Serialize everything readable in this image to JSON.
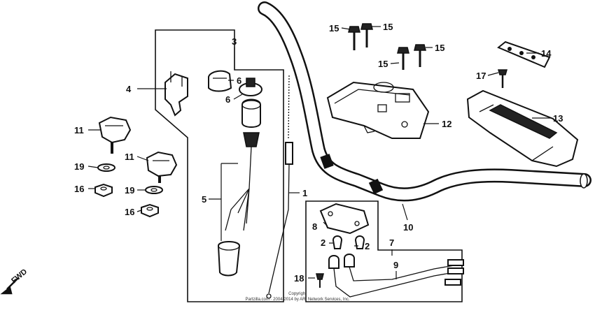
{
  "callouts": {
    "c1": "1",
    "c2a": "2",
    "c2b": "2",
    "c3": "3",
    "c4": "4",
    "c5": "5",
    "c6a": "6",
    "c6b": "6",
    "c7": "7",
    "c8": "8",
    "c9": "9",
    "c10": "10",
    "c11a": "11",
    "c11b": "11",
    "c12": "12",
    "c13": "13",
    "c14": "14",
    "c15a": "15",
    "c15b": "15",
    "c15c": "15",
    "c15d": "15",
    "c16a": "16",
    "c16b": "16",
    "c17": "17",
    "c18": "18",
    "c19a": "19",
    "c19b": "19"
  },
  "direction_label": "FWD",
  "copyright": {
    "line1": "Copyright",
    "line2": "Partzilla.com · 2004-2014 by ARI Network Services, Inc."
  },
  "icons": {
    "fwd_arrow": "arrow-down-left-icon"
  }
}
